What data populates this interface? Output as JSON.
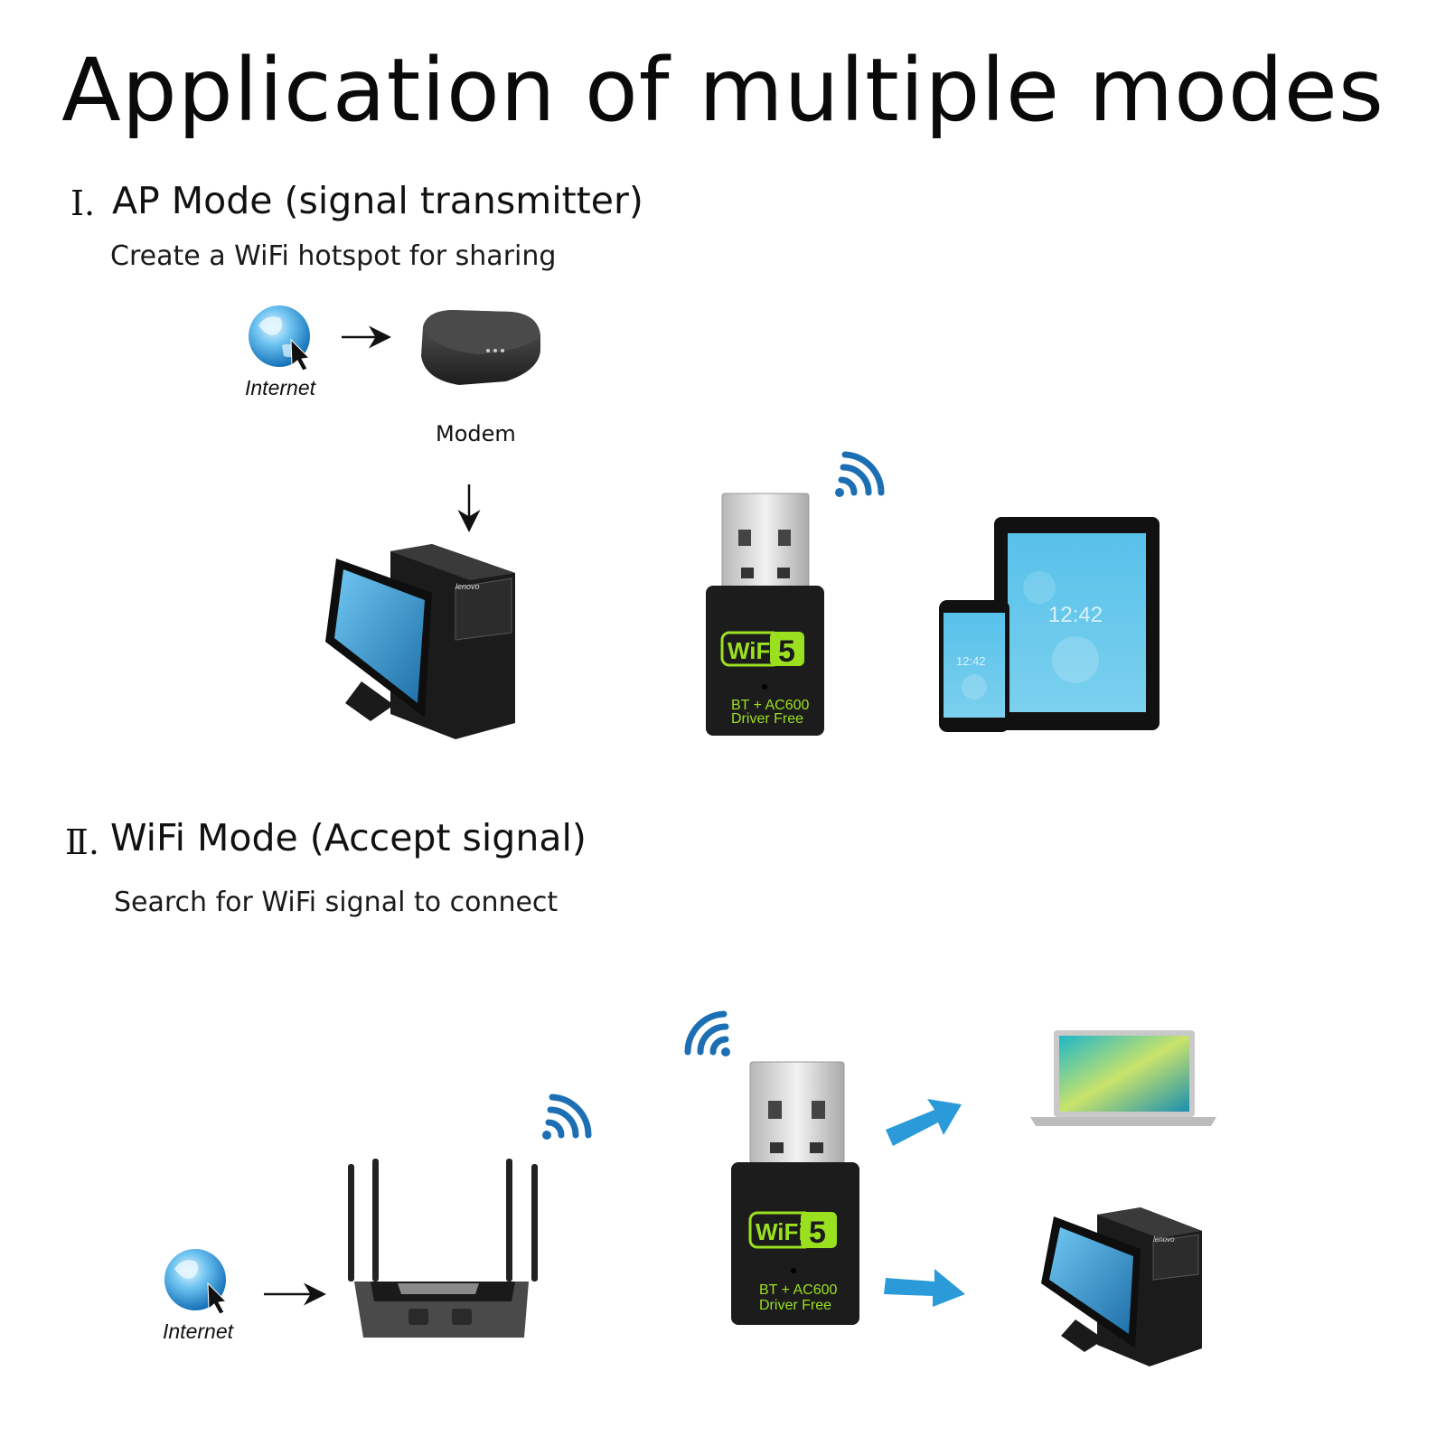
{
  "title": "Application of multiple modes",
  "section1": {
    "numeral": "Ⅰ.",
    "heading": "AP Mode (signal transmitter)",
    "subtitle": "Create a WiFi hotspot for sharing",
    "internet_label": "Internet",
    "modem_label": "Modem"
  },
  "section2": {
    "numeral": "Ⅱ.",
    "heading": "WiFi Mode (Accept signal)",
    "subtitle": "Search for WiFi signal to connect",
    "internet_label": "Internet"
  },
  "dongle": {
    "wifi_text": "WiFi",
    "number": "5",
    "line1": "BT + AC600",
    "line2": "Driver Free"
  },
  "devices": {
    "clock_text": "12:42",
    "pc_brand": "lenovo"
  },
  "colors": {
    "signal_blue": "#1d6fb3",
    "arrow_blue": "#2a9ad8",
    "dongle_green": "#9be01f",
    "dongle_body": "#1c1c1c",
    "screen_blue": "#3b9fd8"
  },
  "icons": [
    "globe-icon",
    "cursor-icon",
    "wifi-signal-icon",
    "arrow-icon"
  ]
}
